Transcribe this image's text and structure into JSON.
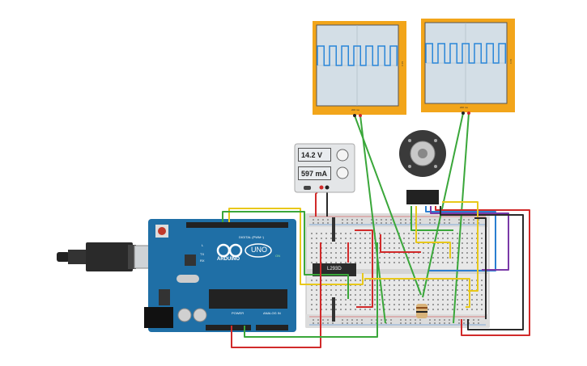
{
  "arduino": {
    "brand": "ARDUINO",
    "model": "UNO",
    "digital_label": "DIGITAL (PWM~)",
    "power_label": "POWER",
    "analog_label": "ANALOG IN",
    "on_label": "ON",
    "led_l": "L",
    "led_tx": "TX",
    "led_rx": "RX",
    "board_color": "#1f6fa6"
  },
  "power_supply": {
    "voltage": "14.2 V",
    "current": "597 mA"
  },
  "breadboard": {
    "chip_label": "L293D"
  },
  "oscilloscope_1": {
    "time_label": "200 ms",
    "volt_label": "10 V"
  },
  "oscilloscope_2": {
    "time_label": "200 ms",
    "volt_label": "10 V"
  },
  "colors": {
    "wire_red": "#d12a2a",
    "wire_green": "#3aa73a",
    "wire_yellow": "#e8c81a",
    "wire_black": "#2a2a2a",
    "wire_blue": "#2a7fd1",
    "wire_purple": "#7a3aa7",
    "scope_frame": "#f2a51a",
    "scope_trace": "#2a86d8"
  }
}
